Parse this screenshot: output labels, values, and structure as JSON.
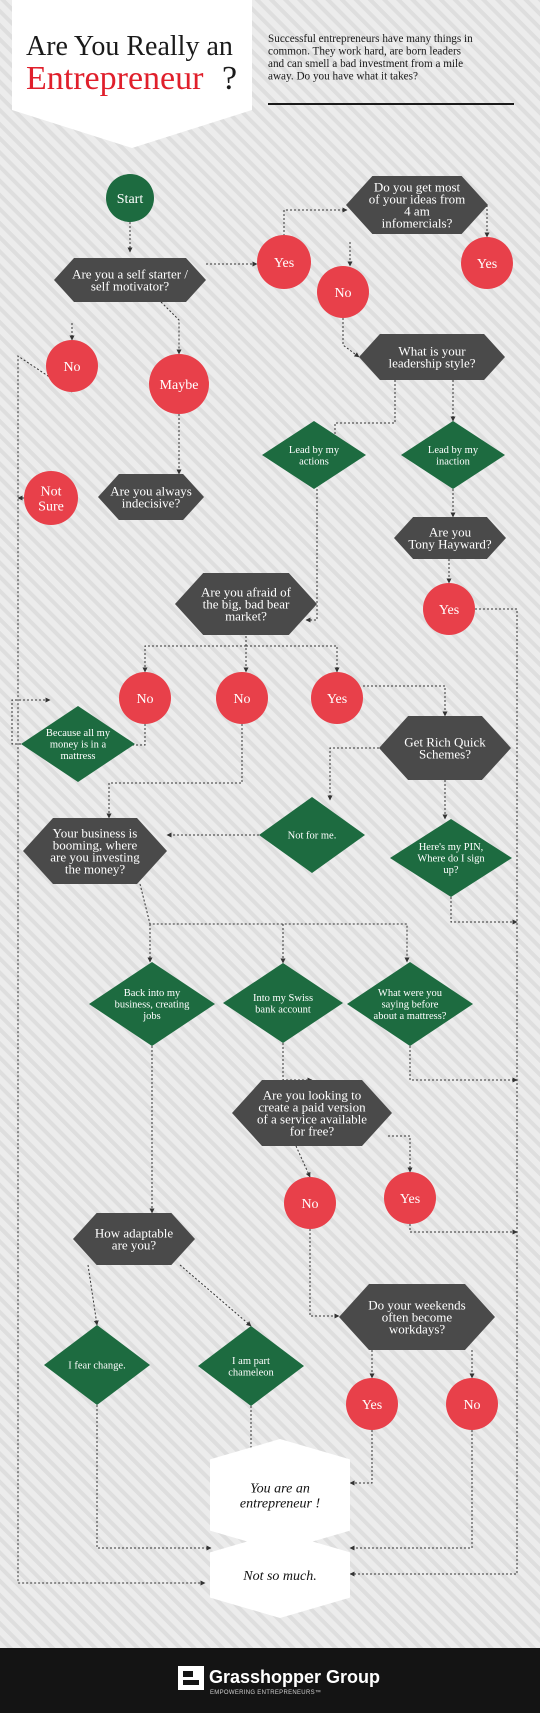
{
  "header": {
    "title_line1": "Are You Really an",
    "title_word": "Entrepreneur",
    "title_mark": "?",
    "intro_lines": [
      "Successful entrepreneurs have many things in",
      "common. They work hard, are born leaders",
      "and can smell a bad investment from a mile",
      "away. Do you have what it takes?"
    ]
  },
  "nodes": {
    "start": [
      "Start"
    ],
    "self_starter": [
      "Are you a self starter /",
      "self motivator?"
    ],
    "yes_1": [
      "Yes"
    ],
    "infomercials": [
      "Do you get most",
      "of your ideas from",
      "4 am",
      "infomercials?"
    ],
    "yes_infomercials": [
      "Yes"
    ],
    "no_infomercials": [
      "No"
    ],
    "leadership": [
      "What is your",
      "leadership style?"
    ],
    "no_1": [
      "No"
    ],
    "maybe": [
      "Maybe"
    ],
    "not_sure": [
      "Not",
      "Sure"
    ],
    "indecisive": [
      "Are you always",
      "indecisive?"
    ],
    "lead_actions": [
      "Lead by my",
      "actions"
    ],
    "lead_inaction": [
      "Lead by my",
      "inaction"
    ],
    "tony": [
      "Are you",
      "Tony Hayward?"
    ],
    "yes_tony": [
      "Yes"
    ],
    "bear_market": [
      "Are you afraid of",
      "the big, bad bear",
      "market?"
    ],
    "no_bear_1": [
      "No"
    ],
    "no_bear_2": [
      "No"
    ],
    "yes_bear": [
      "Yes"
    ],
    "mattress": [
      "Because all my",
      "money is in a",
      "mattress"
    ],
    "get_rich": [
      "Get Rich Quick",
      "Schemes?"
    ],
    "not_for_me": [
      "Not for me."
    ],
    "pin": [
      "Here's my PIN,",
      "Where do I sign",
      "up?"
    ],
    "booming": [
      "Your business is",
      "booming, where",
      "are you investing",
      "the money?"
    ],
    "back_business": [
      "Back into my",
      "business, creating",
      "jobs"
    ],
    "swiss": [
      "Into my Swiss",
      "bank account"
    ],
    "what_were": [
      "What were you",
      "saying before",
      "about a mattress?"
    ],
    "paid_version": [
      "Are you looking to",
      "create a paid version",
      "of a service available",
      "for free?"
    ],
    "no_paid": [
      "No"
    ],
    "yes_paid": [
      "Yes"
    ],
    "adaptable": [
      "How adaptable",
      "are you?"
    ],
    "weekends": [
      "Do your weekends",
      "often become",
      "workdays?"
    ],
    "fear_change": [
      "I fear change."
    ],
    "chameleon": [
      "I am part",
      "chameleon"
    ],
    "yes_weekends": [
      "Yes"
    ],
    "no_weekends": [
      "No"
    ],
    "you_are": [
      "You are an",
      "entrepreneur !"
    ],
    "not_so_much": [
      "Not so much."
    ]
  },
  "footer": {
    "brand": "Grasshopper Group",
    "tagline": "EMPOWERING ENTREPRENEURS™"
  },
  "colors": {
    "background": "#ececec",
    "stripe": "#dcdcdc",
    "red": "#e8404a",
    "green": "#1d6b40",
    "gray": "#4a4a4a",
    "title_red": "#e01f2b",
    "footer": "#141414"
  },
  "icons": {
    "logo": "grasshopper-logo-icon"
  }
}
